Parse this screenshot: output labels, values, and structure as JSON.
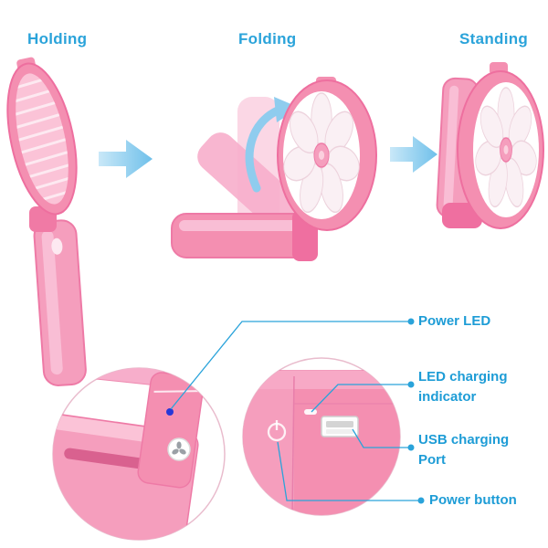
{
  "stages": [
    {
      "label": "Holding"
    },
    {
      "label": "Folding"
    },
    {
      "label": "Standing"
    }
  ],
  "callouts": [
    {
      "label": "Power LED"
    },
    {
      "label": "LED charging indicator"
    },
    {
      "label": "USB charging Port"
    },
    {
      "label": "Power button"
    }
  ],
  "icons": {
    "arrow_right": "right-arrow",
    "rotate_arrow": "curved-rotate-arrow",
    "power_symbol": "power",
    "fan_blades": "fan"
  },
  "colors": {
    "label_blue": "#2aa3da",
    "callout_blue": "#1d9cd6",
    "pink": "#f48fb1",
    "pink_dark": "#ee6f9f",
    "pink_light": "#fbc3d7",
    "pink_ghost": "#f7aecb",
    "pink_ghost_light": "#fbd7e5",
    "arrow_blue": "#8fccee",
    "led_blue": "#2737d8"
  }
}
